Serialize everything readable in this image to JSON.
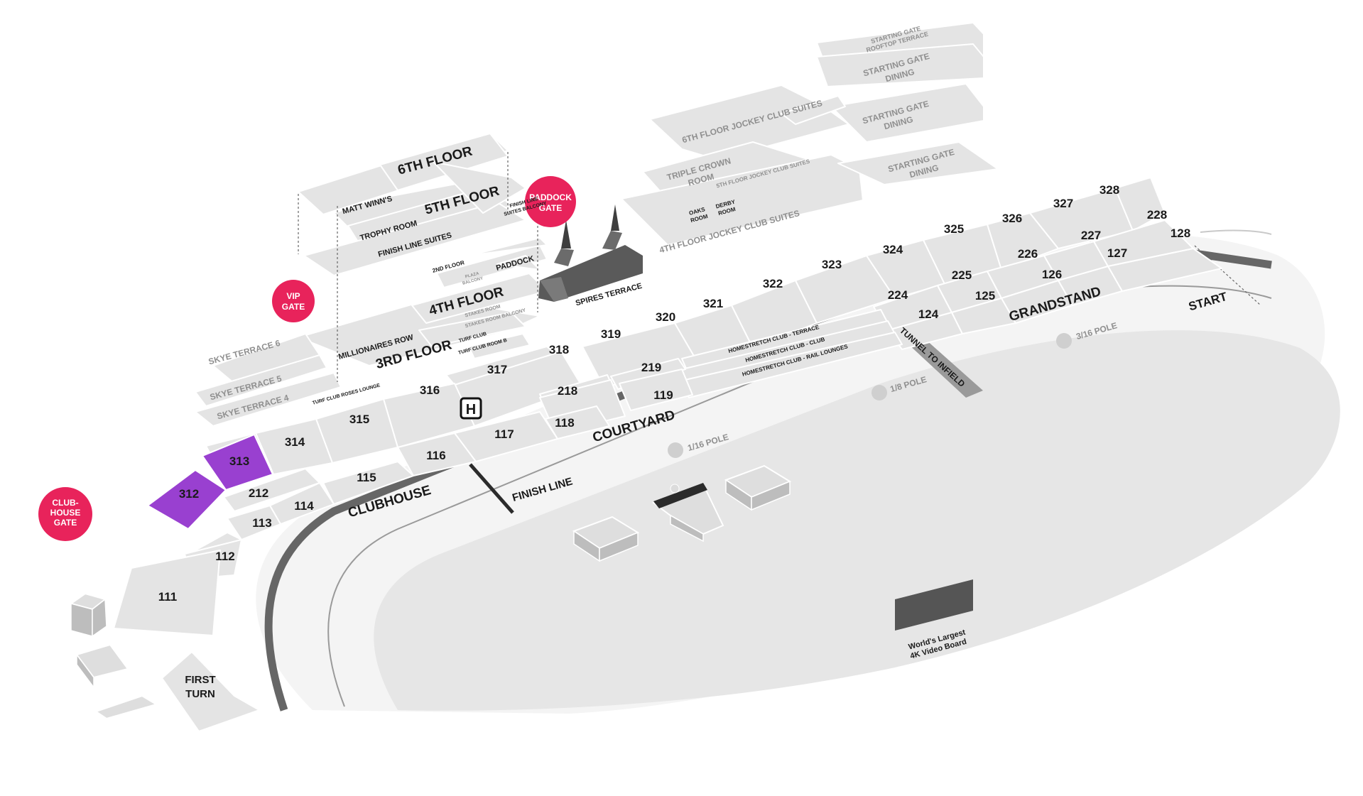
{
  "colors": {
    "section_fill": "#e4e4e4",
    "highlight": "#9940d0",
    "gate": "#e8235b",
    "track": "#666666",
    "infield": "#e6e6e6"
  },
  "gates": {
    "clubhouse": [
      "CLUB-",
      "HOUSE",
      "GATE"
    ],
    "vip": [
      "VIP",
      "GATE"
    ],
    "paddock": [
      "PADDOCK",
      "GATE"
    ]
  },
  "floors": {
    "sixth": "6TH FLOOR",
    "fifth": "5TH FLOOR",
    "fourth": "4TH FLOOR",
    "third": "3RD FLOOR",
    "second": "2ND FLOOR"
  },
  "areas": {
    "matt_winns": "MATT WINN'S",
    "trophy_room": "TROPHY ROOM",
    "finish_line_suites": "FINISH LINE SUITES",
    "finish_line_suites_balcony": [
      "FINISH LINE",
      "SUITES BALCONY"
    ],
    "plaza_balcony": [
      "PLAZA",
      "BALCONY"
    ],
    "paddock": "PADDOCK",
    "stakes_room": "STAKES ROOM",
    "stakes_room_balcony": "STAKES ROOM BALCONY",
    "millionaires_row": "MILLIONAIRES ROW",
    "turf_club": "TURF CLUB",
    "turf_club_room_b": "TURF CLUB ROOM B",
    "turf_club_roses_lounge": "TURF CLUB ROSES LOUNGE",
    "spires_terrace": "SPIRES TERRACE",
    "skye_terrace_6": "SKYE TERRACE 6",
    "skye_terrace_5": "SKYE TERRACE 5",
    "skye_terrace_4": "SKYE TERRACE 4",
    "jockey_6": "6TH FLOOR JOCKEY CLUB SUITES",
    "jockey_5": "5TH FLOOR JOCKEY CLUB SUITES",
    "jockey_4": "4TH FLOOR JOCKEY CLUB SUITES",
    "triple_crown_room": [
      "TRIPLE CROWN",
      "ROOM"
    ],
    "oaks_room": [
      "OAKS",
      "ROOM"
    ],
    "derby_room": [
      "DERBY",
      "ROOM"
    ],
    "sg_rooftop": [
      "STARTING GATE",
      "ROOFTOP TERRACE"
    ],
    "sg_dining": [
      "STARTING GATE",
      "DINING"
    ],
    "homestretch_terrace": "HOMESTRETCH CLUB - TERRACE",
    "homestretch_club": "HOMESTRETCH CLUB - CLUB",
    "homestretch_rail": "HOMESTRETCH CLUB - RAIL LOUNGES",
    "first_turn": [
      "FIRST",
      "TURN"
    ]
  },
  "track": {
    "clubhouse": "CLUBHOUSE",
    "courtyard": "COURTYARD",
    "grandstand": "GRANDSTAND",
    "start": "START",
    "finish_line": "FINISH LINE",
    "tunnel": "TUNNEL TO INFIELD",
    "pole_1_16": "1/16 POLE",
    "pole_1_8": "1/8 POLE",
    "pole_3_16": "3/16 POLE",
    "video_board": [
      "World's Largest",
      "4K Video Board"
    ],
    "helipad": "H"
  },
  "sections": {
    "s111": "111",
    "s112": "112",
    "s113": "113",
    "s114": "114",
    "s115": "115",
    "s116": "116",
    "s117": "117",
    "s118": "118",
    "s119": "119",
    "s124": "124",
    "s125": "125",
    "s126": "126",
    "s127": "127",
    "s128": "128",
    "s212": "212",
    "s218": "218",
    "s219": "219",
    "s224": "224",
    "s225": "225",
    "s226": "226",
    "s227": "227",
    "s228": "228",
    "s312": "312",
    "s313": "313",
    "s314": "314",
    "s315": "315",
    "s316": "316",
    "s317": "317",
    "s318": "318",
    "s319": "319",
    "s320": "320",
    "s321": "321",
    "s322": "322",
    "s323": "323",
    "s324": "324",
    "s325": "325",
    "s326": "326",
    "s327": "327",
    "s328": "328"
  },
  "highlighted_sections": [
    "312",
    "313"
  ]
}
